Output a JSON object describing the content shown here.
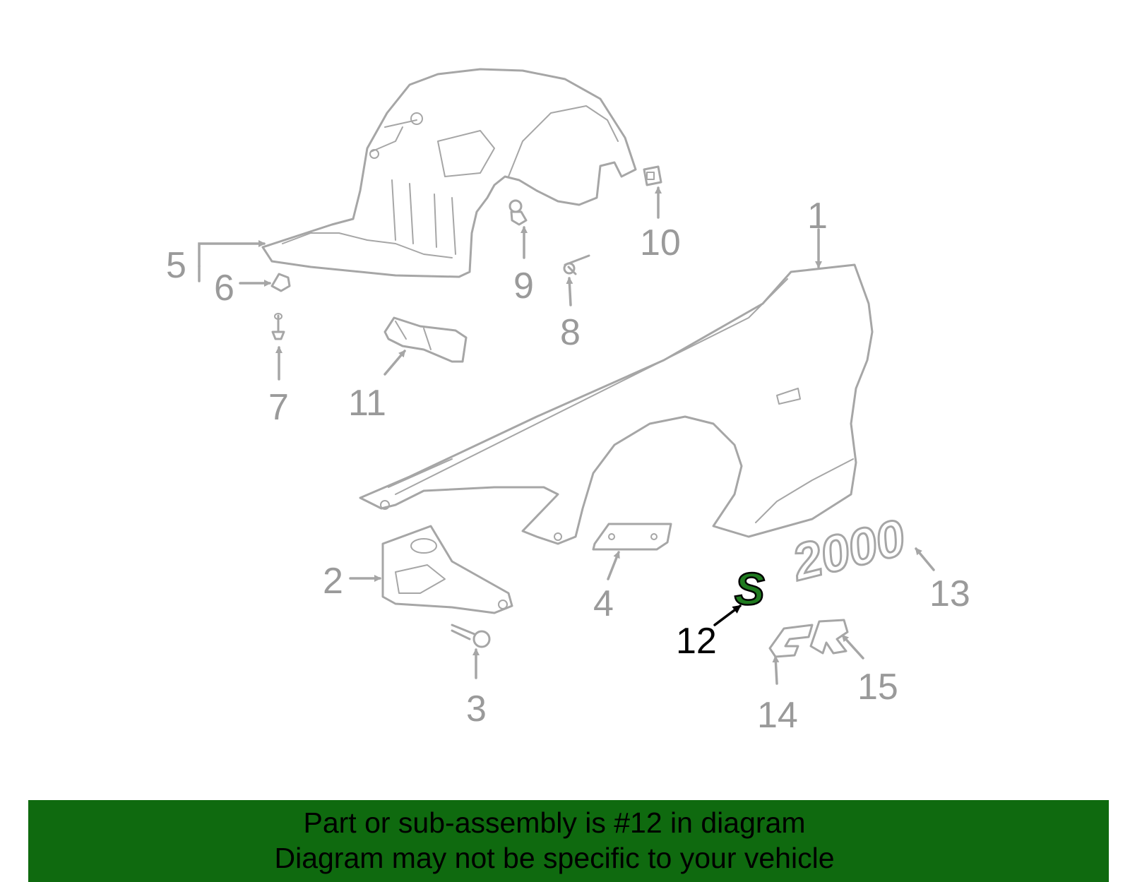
{
  "diagram": {
    "callouts": {
      "c1": "1",
      "c2": "2",
      "c3": "3",
      "c4": "4",
      "c5": "5",
      "c6": "6",
      "c7": "7",
      "c8": "8",
      "c9": "9",
      "c10": "10",
      "c11": "11",
      "c12": "12",
      "c13": "13",
      "c14": "14",
      "c15": "15"
    },
    "highlighted_part": "12",
    "emblems": {
      "year_badge": "2000",
      "s_badge": "S"
    },
    "colors": {
      "part_line": "#a6a6a6",
      "highlight_fill": "#1f7a1f",
      "highlight_label": "#000000",
      "banner": "#0f6a0f"
    }
  },
  "banner": {
    "line1": "Part or sub-assembly is #12 in diagram",
    "line2": "Diagram may not be specific to your vehicle"
  }
}
